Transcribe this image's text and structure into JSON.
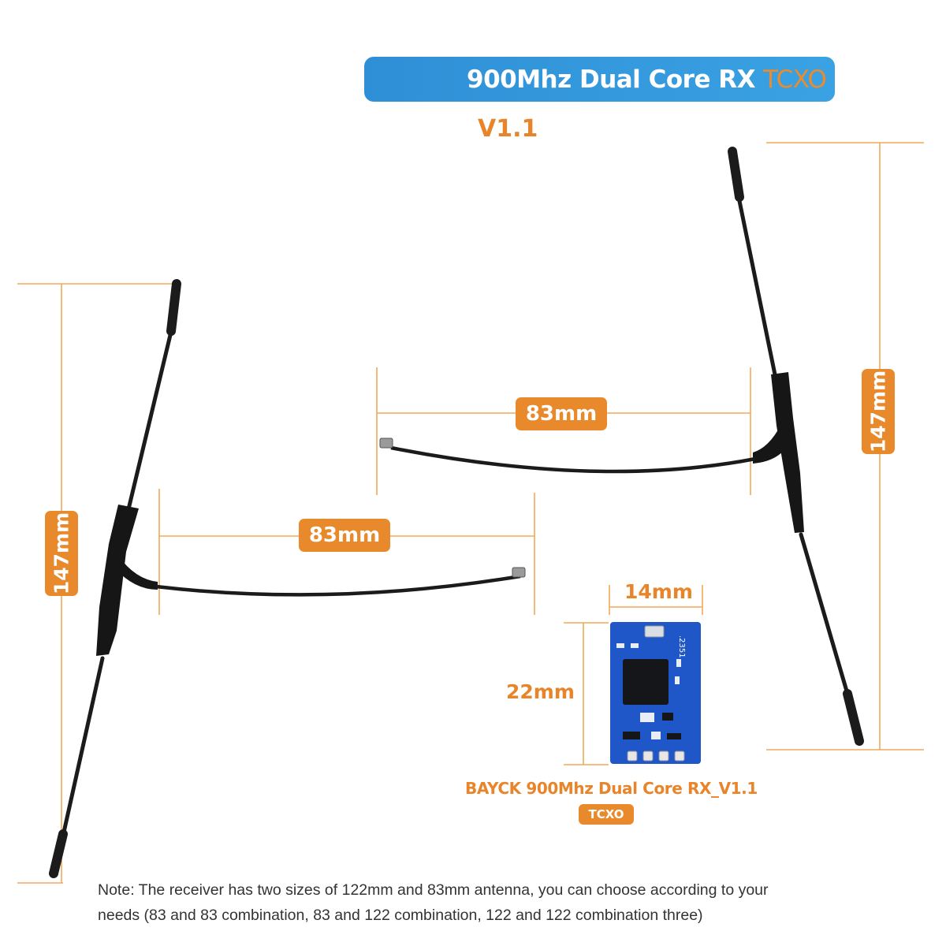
{
  "banner": {
    "title": "900Mhz Dual Core RX",
    "accent": "TCXO"
  },
  "version": "V1.1",
  "dimensions": {
    "left_height": "147mm",
    "right_height": "147mm",
    "left_cable": "83mm",
    "right_cable": "83mm",
    "board_width": "14mm",
    "board_height": "22mm"
  },
  "receiver": {
    "caption": "BAYCK 900Mhz Dual Core RX_V1.1",
    "badge": "TCXO",
    "board_mark": ".2351"
  },
  "note": {
    "line1": "Note: The receiver has two sizes of 122mm and 83mm antenna, you can choose according to your",
    "line2": "needs (83 and 83 combination, 83 and 122 combination, 122 and 122 combination three)"
  },
  "colors": {
    "accent": "#e8892b",
    "banner": "#3399dd",
    "antenna": "#1b1b1b",
    "pcb": "#1f57c8"
  },
  "icons": {
    "antenna": "t-antenna-icon",
    "board": "receiver-board-icon"
  }
}
